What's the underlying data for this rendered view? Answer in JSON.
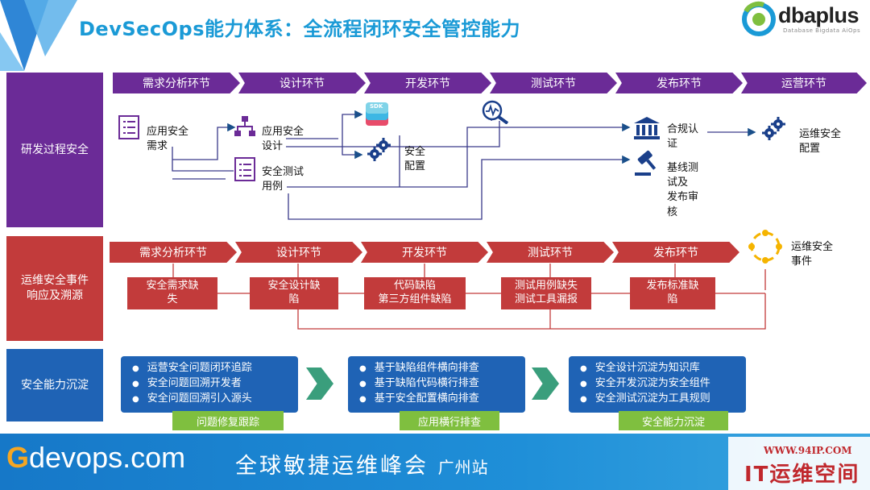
{
  "header": {
    "title": "DevSecOps能力体系：全流程闭环安全管控能力",
    "logo": "dbaplus",
    "logo_sub": "Database  Bigdata  AiOps"
  },
  "rows": {
    "dev": "研发过程安全",
    "ops_line1": "运维安全事件",
    "ops_line2": "响应及溯源",
    "cap": "安全能力沉淀"
  },
  "stages_top": [
    "需求分析环节",
    "设计环节",
    "开发环节",
    "测试环节",
    "发布环节",
    "运营环节"
  ],
  "dev_flow": {
    "req_line1": "应用安全",
    "req_line2": "需求",
    "design_line1": "应用安全",
    "design_line2": "设计",
    "test_line1": "安全测试",
    "test_line2": "用例",
    "config_line1": "安全",
    "config_line2": "配置",
    "comp_line1": "合规认",
    "comp_line2": "证",
    "base_line1": "基线测",
    "base_line2": "试及",
    "base_line3": "发布审",
    "base_line4": "核",
    "ops_line1": "运维安全",
    "ops_line2": "配置",
    "sdk_badge": "SDK"
  },
  "stages_mid": [
    "需求分析环节",
    "设计环节",
    "开发环节",
    "测试环节",
    "发布环节"
  ],
  "incident": {
    "line1": "运维安全",
    "line2": "事件"
  },
  "defects": [
    {
      "line1": "安全需求缺",
      "line2": "失"
    },
    {
      "line1": "安全设计缺",
      "line2": "陷"
    },
    {
      "line1": "代码缺陷",
      "line2": "第三方组件缺陷"
    },
    {
      "line1": "测试用例缺失",
      "line2": "测试工具漏报"
    },
    {
      "line1": "发布标准缺",
      "line2": "陷"
    }
  ],
  "capabilities": [
    {
      "items": [
        "运营安全问题闭环追踪",
        "安全问题回溯开发者",
        "安全问题回溯引入源头"
      ],
      "tag": "问题修复跟踪"
    },
    {
      "items": [
        "基于缺陷组件横向排查",
        "基于缺陷代码横行排查",
        "基于安全配置横向排查"
      ],
      "tag": "应用横行排查"
    },
    {
      "items": [
        "安全设计沉淀为知识库",
        "安全开发沉淀为安全组件",
        "安全测试沉淀为工具规则"
      ],
      "tag": "安全能力沉淀"
    }
  ],
  "footer": {
    "brand_g": "G",
    "brand_rest": "devops.com",
    "event": "全球敏捷运维峰会",
    "city": "广州站"
  },
  "watermark": {
    "url": "WWW.94IP.COM",
    "name": "IT运维空间"
  },
  "colors": {
    "title": "#1a9ad6",
    "purple": "#6b2b97",
    "red": "#c23b3b",
    "blue": "#1f63b5",
    "green": "#7fbf3f"
  }
}
